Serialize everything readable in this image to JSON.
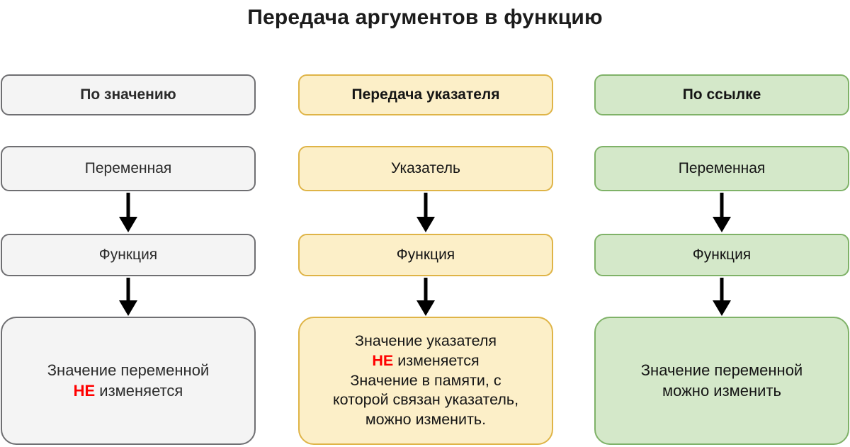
{
  "title": "Передача аргументов в функцию",
  "colors": {
    "gray_fill": "#f4f4f4",
    "gray_border": "#6f6f72",
    "yellow_fill": "#fcefc8",
    "yellow_border": "#dfb447",
    "green_fill": "#d4e8c9",
    "green_border": "#7fb268",
    "negation_red": "#ff0000",
    "arrow": "#000000",
    "background": "#ffffff"
  },
  "columns": [
    {
      "theme": "gray",
      "header": "По значению",
      "step_1": "Переменная",
      "step_2": "Функция",
      "result": {
        "line_1": "Значение переменной",
        "negation": "НЕ",
        "line_2_rest": " изменяется"
      }
    },
    {
      "theme": "yellow",
      "header": "Передача указателя",
      "step_1": "Указатель",
      "step_2": "Функция",
      "result": {
        "line_1": "Значение указателя",
        "negation": "НЕ",
        "line_2_rest": " изменяется",
        "line_3": "Значение в памяти, с",
        "line_4": "которой связан указатель,",
        "line_5": "можно изменить."
      }
    },
    {
      "theme": "green",
      "header": "По ссылке",
      "step_1": "Переменная",
      "step_2": "Функция",
      "result": {
        "line_1": "Значение переменной",
        "line_2": "можно изменить"
      }
    }
  ]
}
